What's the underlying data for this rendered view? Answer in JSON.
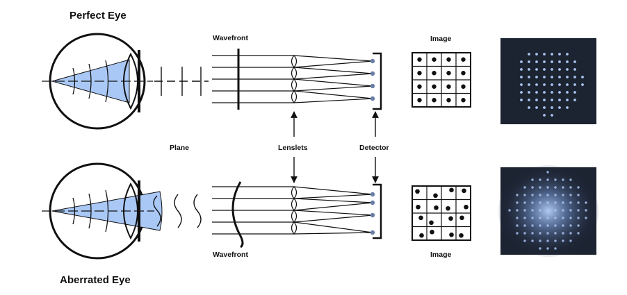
{
  "labels": {
    "perfect_eye": "Perfect Eye",
    "aberrated_eye": "Aberrated Eye",
    "plane": "Plane",
    "lenslets": "Lenslets",
    "detector": "Detector",
    "wavefront_top": "Wavefront",
    "wavefront_bottom": "Wavefront",
    "image_top": "Image",
    "image_bottom": "Image"
  },
  "colors": {
    "ink": "#111111",
    "light_cone": "#a9c8f5",
    "spot_dot": "#6b7fa6",
    "panel_bg": "#1c2331",
    "panel_dot": "#a9c4f0",
    "halo": "#8fb3e8"
  },
  "icons": {
    "eye": "eye-cross-section",
    "lens": "lenslet-array",
    "arrow": "pointer-arrow"
  }
}
